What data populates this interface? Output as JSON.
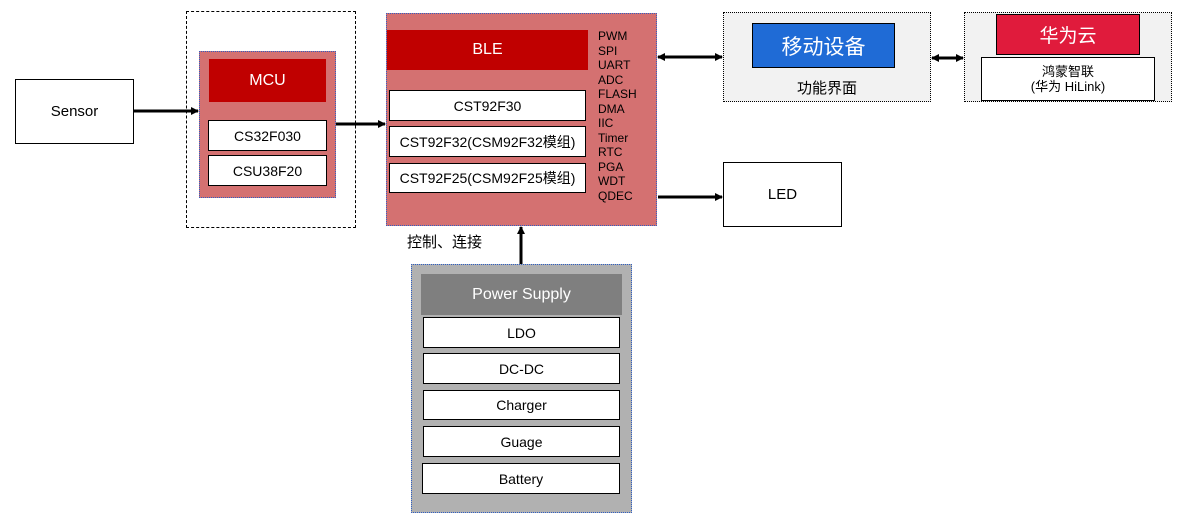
{
  "sensor": {
    "label": "Sensor"
  },
  "mcu": {
    "title": "MCU",
    "chips": [
      "CS32F030",
      "CSU38F20"
    ]
  },
  "ble": {
    "title": "BLE",
    "chips": [
      "CST92F30",
      "CST92F32(CSM92F32模组)",
      "CST92F25(CSM92F25模组)"
    ],
    "peripherals": [
      "PWM",
      "SPI",
      "UART",
      "ADC",
      "FLASH",
      "DMA",
      "IIC",
      "Timer",
      "RTC",
      "PGA",
      "WDT",
      "QDEC"
    ]
  },
  "control_label": "控制、连接",
  "power": {
    "title": "Power Supply",
    "items": [
      "LDO",
      "DC-DC",
      "Charger",
      "Guage",
      "Battery"
    ]
  },
  "mobile": {
    "title": "移动设备",
    "subtitle": "功能界面"
  },
  "cloud": {
    "title": "华为云",
    "line1": "鸿蒙智联",
    "line2": "(华为 HiLink)"
  },
  "led": {
    "label": "LED"
  },
  "colors": {
    "rose": "#d47171",
    "dark_red": "#c00000",
    "mobile_blue": "#1f6bd6",
    "cloud_red": "#e01b3c",
    "power_dark": "#7f7f7f",
    "power_light": "#b1b1b1"
  }
}
